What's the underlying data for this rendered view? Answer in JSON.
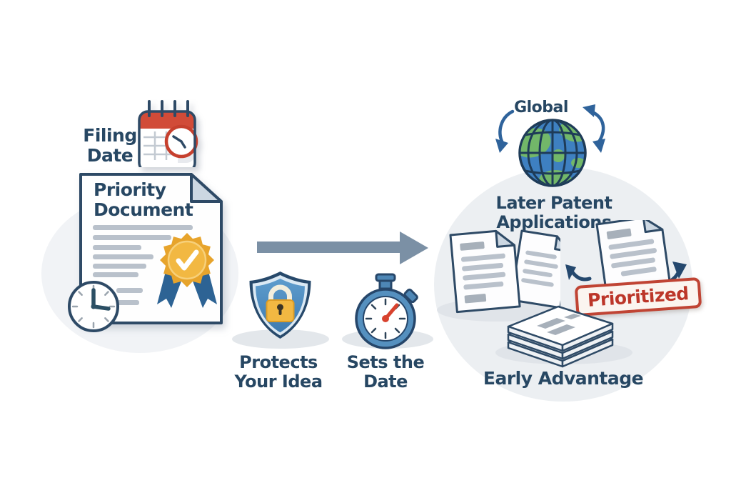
{
  "colors": {
    "ink": "#274763",
    "outline": "#2e4a66",
    "red": "#d14b38",
    "red-deep": "#c6402e",
    "gold": "#e7a42c",
    "gold-light": "#f2b842",
    "ribbon": "#2d6394",
    "shield": "#4c89bb",
    "watch": "#4e87b6",
    "ocean": "#3e80c1",
    "land": "#72b769",
    "slate": "#7b90a5",
    "stamp": "#c04434",
    "linegray": "#b9c1cb",
    "blockgray": "#a7b0ba",
    "fold": "#ccd7e2",
    "blobL": "#f1f3f6",
    "blobR": "#eceff2",
    "shadow": "#e3e7eb",
    "bg": "#ffffff"
  },
  "left": {
    "filing_date_label": "Filing\nDate",
    "document_title": "Priority\nDocument"
  },
  "middle": {
    "protects_label": "Protects\nYour Idea",
    "sets_date_label": "Sets the\nDate"
  },
  "right": {
    "global_label": "Global",
    "later_applications_label": "Later Patent\nApplications",
    "stamp_label": "Prioritized",
    "early_advantage_label": "Early Advantage"
  }
}
